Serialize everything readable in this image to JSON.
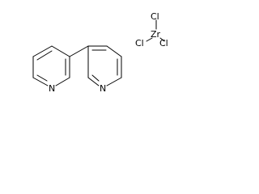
{
  "molecule": {
    "nitrogen_left": "N",
    "nitrogen_right": "N",
    "metal": "Zr",
    "chloride_top": "Cl",
    "chloride_left": "Cl",
    "chloride_right": "Cl"
  }
}
